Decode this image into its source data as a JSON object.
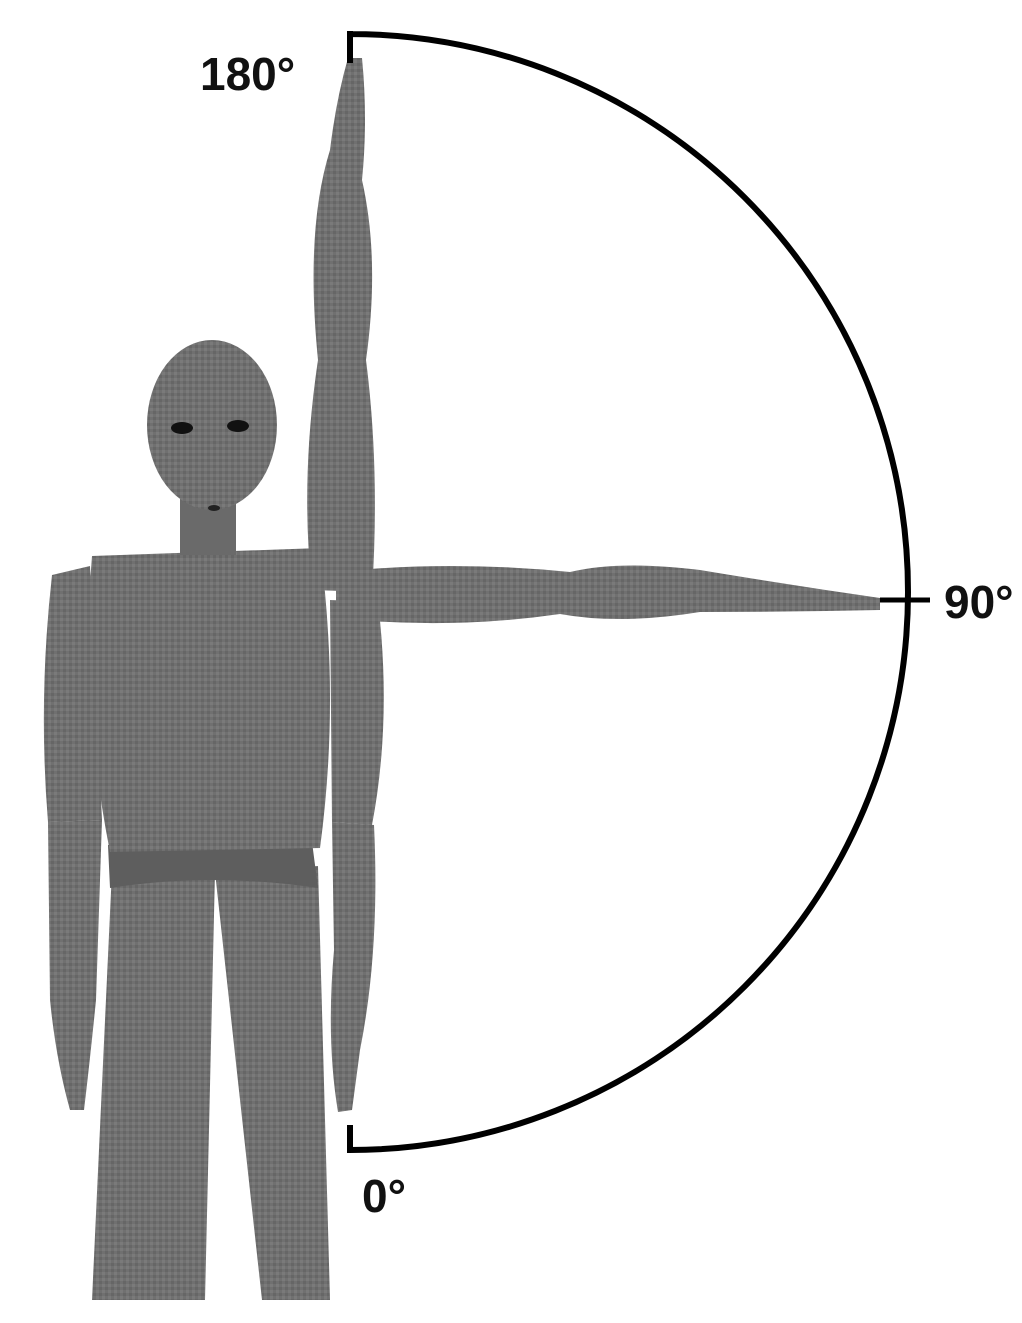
{
  "labels": {
    "top": "180°",
    "side": "90°",
    "bottom": "0°"
  },
  "colors": {
    "figure": "#6f6f6f",
    "figure_dark": "#555555",
    "arc": "#000000",
    "background": "#ffffff"
  },
  "figure": {
    "description_icon": "mannequin-figure"
  }
}
